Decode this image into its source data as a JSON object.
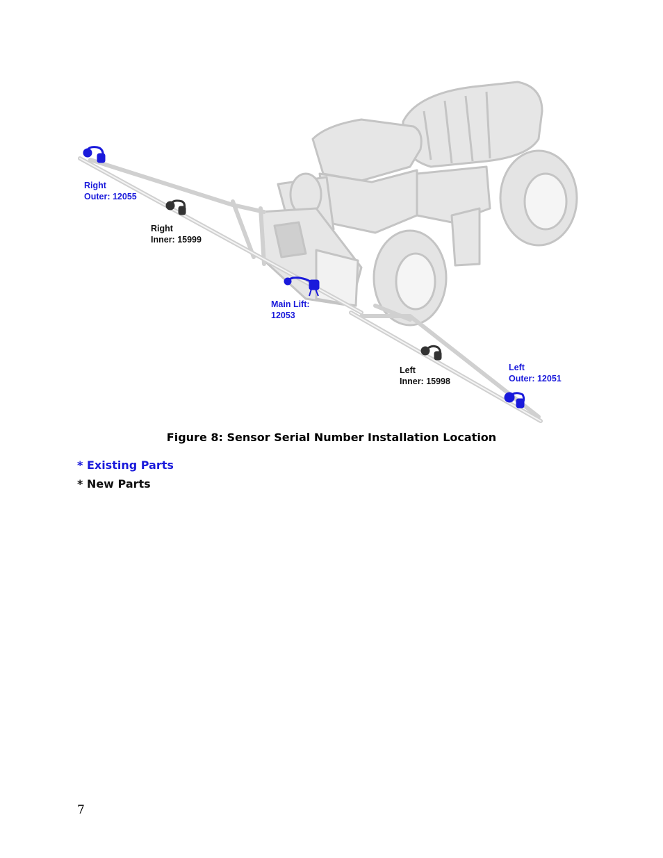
{
  "figure": {
    "caption": "Figure 8: Sensor Serial Number Installation Location",
    "callouts": {
      "right_outer": {
        "line1": "Right",
        "line2": "Outer: 12055"
      },
      "right_inner": {
        "line1": "Right",
        "line2": "Inner: 15999"
      },
      "main_lift": {
        "line1": "Main Lift:",
        "line2": "12053"
      },
      "left_inner": {
        "line1": "Left",
        "line2": "Inner: 15998"
      },
      "left_outer": {
        "line1": "Left",
        "line2": "Outer: 12051"
      }
    },
    "colors": {
      "existing": "#1a1adb",
      "new": "#111111",
      "vehicle": "#d4d4d4"
    }
  },
  "legend": {
    "existing_label": "* Existing Parts",
    "new_label": "* New Parts"
  },
  "page": {
    "number": "7"
  }
}
